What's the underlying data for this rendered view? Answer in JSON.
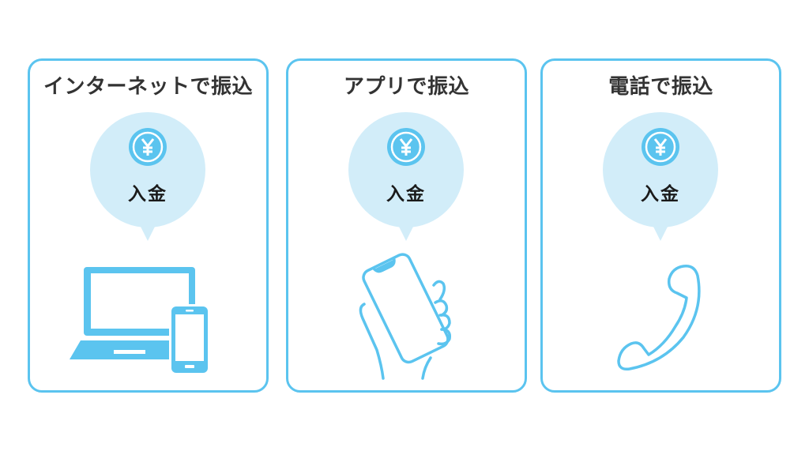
{
  "colors": {
    "accent": "#5bc4ef",
    "bubble": "#d2edf9",
    "title_text": "#333333",
    "label_text": "#1a1a1a",
    "background": "#ffffff"
  },
  "cards": [
    {
      "title": "インターネットで振込",
      "bubble_icon": "yen-coin-icon",
      "bubble_label": "入金",
      "illustration": "laptop-and-smartphone-icon"
    },
    {
      "title": "アプリで振込",
      "bubble_icon": "yen-coin-icon",
      "bubble_label": "入金",
      "illustration": "hand-holding-smartphone-icon"
    },
    {
      "title": "電話で振込",
      "bubble_icon": "yen-coin-icon",
      "bubble_label": "入金",
      "illustration": "telephone-handset-icon"
    }
  ]
}
